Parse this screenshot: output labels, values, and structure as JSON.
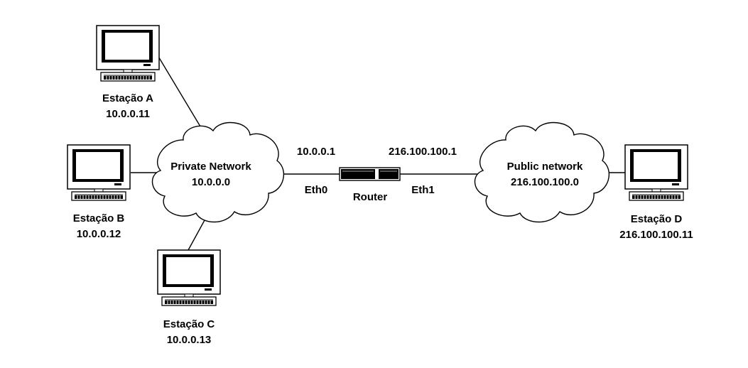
{
  "private_network": {
    "name": "Private Network",
    "address": "10.0.0.0"
  },
  "public_network": {
    "name": "Public network",
    "address": "216.100.100.0"
  },
  "router": {
    "name": "Router",
    "eth0": {
      "label": "Eth0",
      "ip": "10.0.0.1"
    },
    "eth1": {
      "label": "Eth1",
      "ip": "216.100.100.1"
    }
  },
  "stations": [
    {
      "name": "Estação A",
      "ip": "10.0.0.11"
    },
    {
      "name": "Estação B",
      "ip": "10.0.0.12"
    },
    {
      "name": "Estação C",
      "ip": "10.0.0.13"
    },
    {
      "name": "Estação D",
      "ip": "216.100.100.11"
    }
  ]
}
